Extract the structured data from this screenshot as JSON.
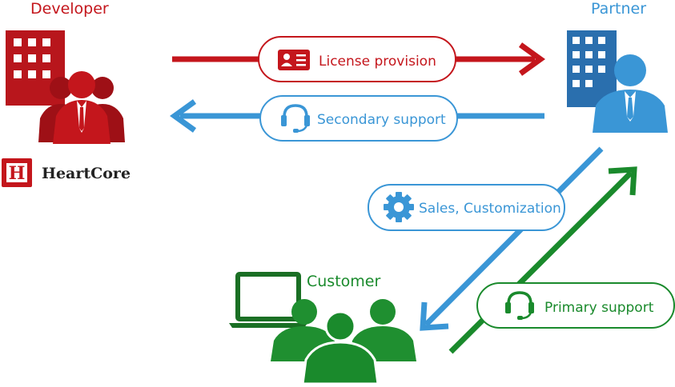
{
  "colors": {
    "developer": "#c4161c",
    "partner": "#3a96d6",
    "customer": "#1a8a2c"
  },
  "actors": {
    "developer": {
      "label": "Developer",
      "icon": "building-people-icon"
    },
    "partner": {
      "label": "Partner",
      "icon": "building-person-icon"
    },
    "customer": {
      "label": "Customer",
      "icon": "laptop-people-icon"
    }
  },
  "brand": {
    "name": "HeartCore",
    "logo_letter": "H"
  },
  "flows": [
    {
      "label": "License provision",
      "icon": "id-card-icon",
      "from": "developer",
      "to": "partner"
    },
    {
      "label": "Secondary support",
      "icon": "headset-icon",
      "from": "partner",
      "to": "developer"
    },
    {
      "label": "Sales, Customization",
      "icon": "gear-icon",
      "from": "partner",
      "to": "customer"
    },
    {
      "label": "Primary support",
      "icon": "headset-icon",
      "from": "customer",
      "to": "partner"
    }
  ]
}
